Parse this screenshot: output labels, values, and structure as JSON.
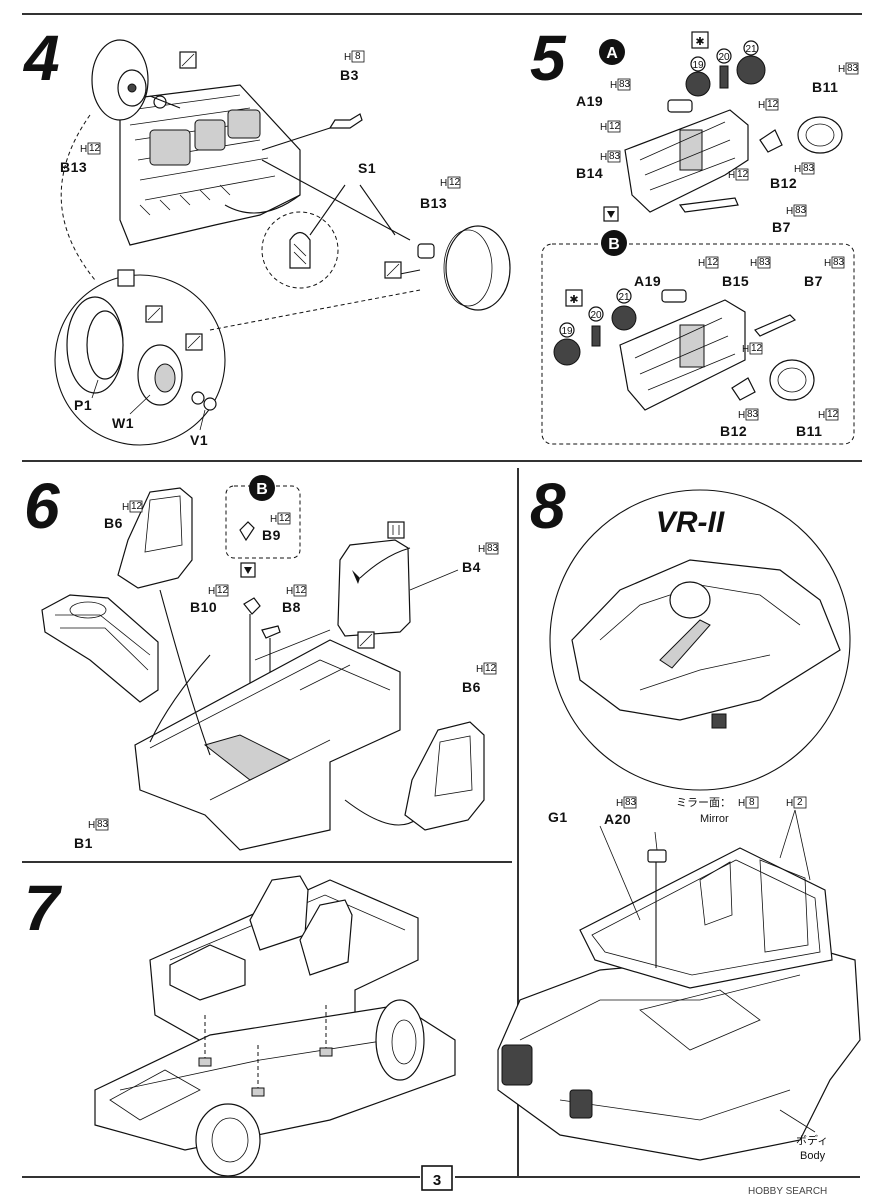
{
  "steps": {
    "s4": "4",
    "s5": "5",
    "s6": "6",
    "s7": "7",
    "s8": "8"
  },
  "callouts": {
    "A": "A",
    "B": "B"
  },
  "paints": {
    "p19": "19",
    "p20": "20",
    "p21": "21"
  },
  "paint_codes": {
    "h8": "8",
    "h12": "12",
    "h83": "83",
    "h2": "2"
  },
  "parts": {
    "B3": "B3",
    "S1": "S1",
    "B13": "B13",
    "P1": "P1",
    "W1": "W1",
    "V1": "V1",
    "A19": "A19",
    "B14": "B14",
    "B11": "B11",
    "B12": "B12",
    "B7": "B7",
    "B15": "B15",
    "B6": "B6",
    "B9": "B9",
    "B10": "B10",
    "B8": "B8",
    "B4": "B4",
    "B1": "B1",
    "G1": "G1",
    "A20": "A20"
  },
  "mirror_label_jp": "ミラー面：",
  "mirror_label_en": "Mirror",
  "body_label_jp": "ボディ",
  "body_label_en": "Body",
  "emblem_text": "VR-II",
  "page_number": "3",
  "watermark": "HOBBY SEARCH"
}
